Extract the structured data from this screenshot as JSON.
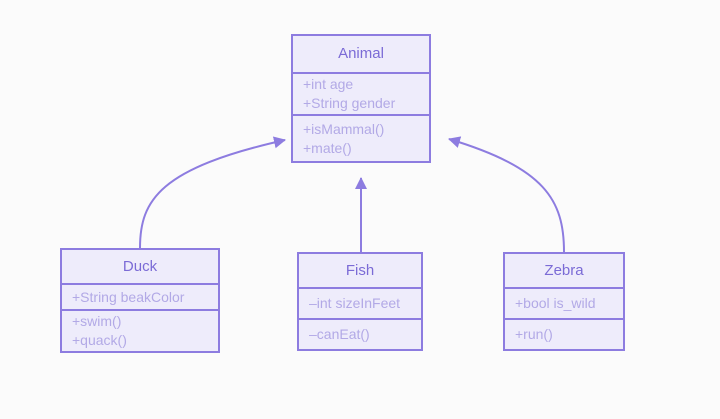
{
  "diagram": {
    "type": "uml-class-diagram",
    "background_color": "#fbfbfb",
    "border_color": "#8d7ce0",
    "box_fill_color": "#eeecfb",
    "title_text_color": "#7b6bd6",
    "member_text_color": "#b2a9e6",
    "edge_color": "#8d7ce0"
  },
  "classes": {
    "animal": {
      "name": "Animal",
      "attributes": [
        "+int age",
        "+String gender"
      ],
      "operations": [
        "+isMammal()",
        "+mate()"
      ]
    },
    "duck": {
      "name": "Duck",
      "attributes": [
        "+String beakColor"
      ],
      "operations": [
        "+swim()",
        "+quack()"
      ]
    },
    "fish": {
      "name": "Fish",
      "attributes": [
        "–int sizeInFeet"
      ],
      "operations": [
        "–canEat()"
      ]
    },
    "zebra": {
      "name": "Zebra",
      "attributes": [
        "+bool is_wild"
      ],
      "operations": [
        "+run()"
      ]
    }
  },
  "relationships": [
    {
      "from": "Duck",
      "to": "Animal",
      "type": "inheritance",
      "arrowhead": "filled-triangle"
    },
    {
      "from": "Fish",
      "to": "Animal",
      "type": "inheritance",
      "arrowhead": "filled-triangle"
    },
    {
      "from": "Zebra",
      "to": "Animal",
      "type": "inheritance",
      "arrowhead": "filled-triangle"
    }
  ]
}
